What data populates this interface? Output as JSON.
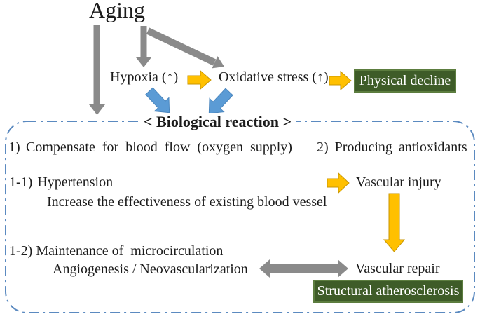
{
  "diagram": {
    "title": "Aging",
    "hypoxia_label": "Hypoxia (↑)",
    "oxidative_label": "Oxidative stress (↑)",
    "physical_decline_label": "Physical decline",
    "biological_reaction_label": "< Biological reaction >",
    "item1_number": "1)",
    "item1_text": "Compensate for blood flow (oxygen supply)",
    "item2_text": "2) Producing antioxidants",
    "item11_text": "1-1) Hypertension",
    "item11_sub": "Increase the effectiveness of existing blood vessel",
    "vascular_injury_label": "Vascular injury",
    "item12_text": "1-2) Maintenance of  microcirculation",
    "item12_sub": "Angiogenesis / Neovascularization",
    "vascular_repair_label": "Vascular repair",
    "structural_label": "Structural atherosclerosis",
    "colors": {
      "arrow_gray": "#8A8A8A",
      "arrow_yellow": "#FFC000",
      "arrow_blue": "#5B9BD5",
      "box_green_bg": "#3E5C28",
      "box_green_border": "#5C7D3F",
      "dash_border_blue": "#5B8AC0",
      "text_black": "#1C1C1C",
      "box_text_white": "#FFFFFF"
    }
  }
}
